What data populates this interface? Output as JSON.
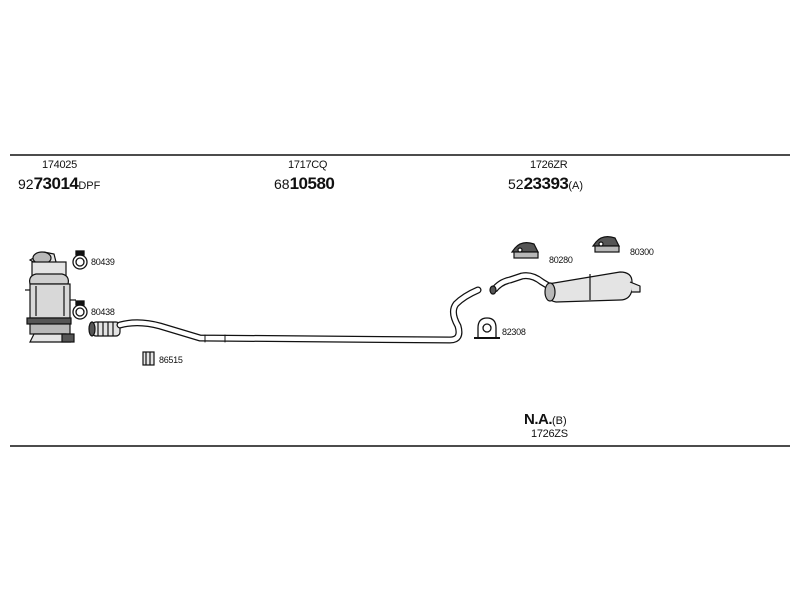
{
  "header": {
    "columns": [
      {
        "ref": "174025",
        "prefix": "92",
        "number": "73014",
        "suffix": "DPF"
      },
      {
        "ref": "1717CQ",
        "prefix": "68",
        "number": "10580",
        "suffix": ""
      },
      {
        "ref": "1726ZR",
        "prefix": "52",
        "number": "23393",
        "suffix": "(A)"
      }
    ]
  },
  "labels": {
    "clamp_1": "80439",
    "clamp_2": "80438",
    "clamp_3": "86515",
    "hanger_1": "80280",
    "hanger_2": "80300",
    "clamp_4": "82308"
  },
  "footer": {
    "na_main": "N.A.",
    "na_suffix": "(B)",
    "ref": "1726ZS"
  },
  "colors": {
    "line": "#111111",
    "fill_light": "#e4e4e4",
    "fill_mid": "#b8b8b8",
    "fill_dark": "#555555"
  }
}
